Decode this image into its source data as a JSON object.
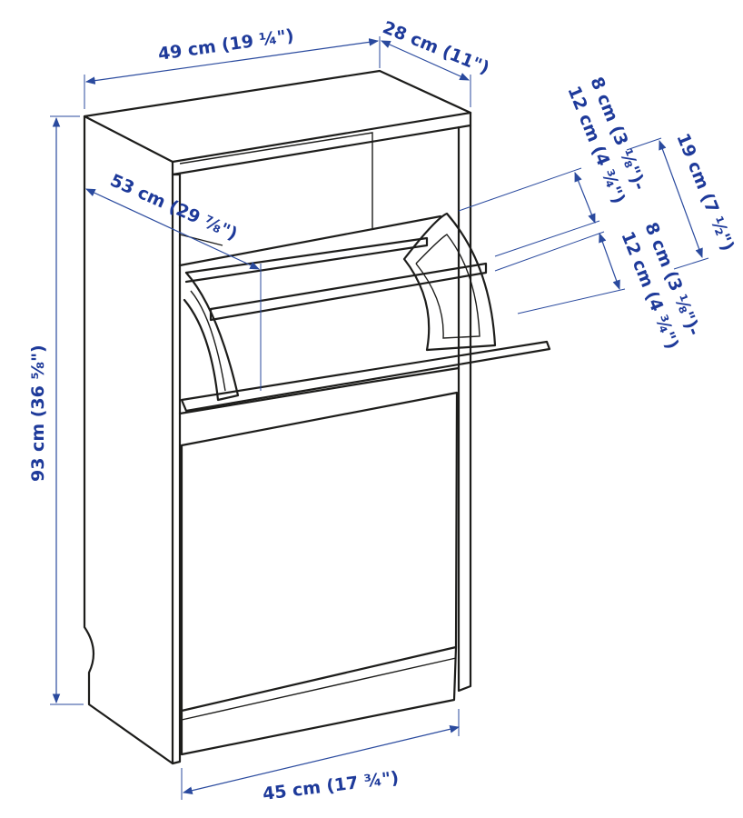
{
  "colors": {
    "dimension": "#1e3a9a",
    "outline": "#1d1d1b",
    "background": "#ffffff"
  },
  "dimensions": {
    "depth_top": "49 cm (19 ¼\")",
    "depth_side": "28 cm (11\")",
    "height": "93 cm (36 ⅝\")",
    "open_depth": "53 cm (29 ⅞\")",
    "width_bottom": "45 cm (17 ¾\")",
    "compartment_height": "19 cm (7 ½\")",
    "shoe_upper_line1": "8 cm (3 ⅛\")-",
    "shoe_upper_line2": "12 cm (4 ¾\")",
    "shoe_lower_line1": "8 cm (3 ⅛\")-",
    "shoe_lower_line2": "12 cm (4 ¾\")"
  }
}
